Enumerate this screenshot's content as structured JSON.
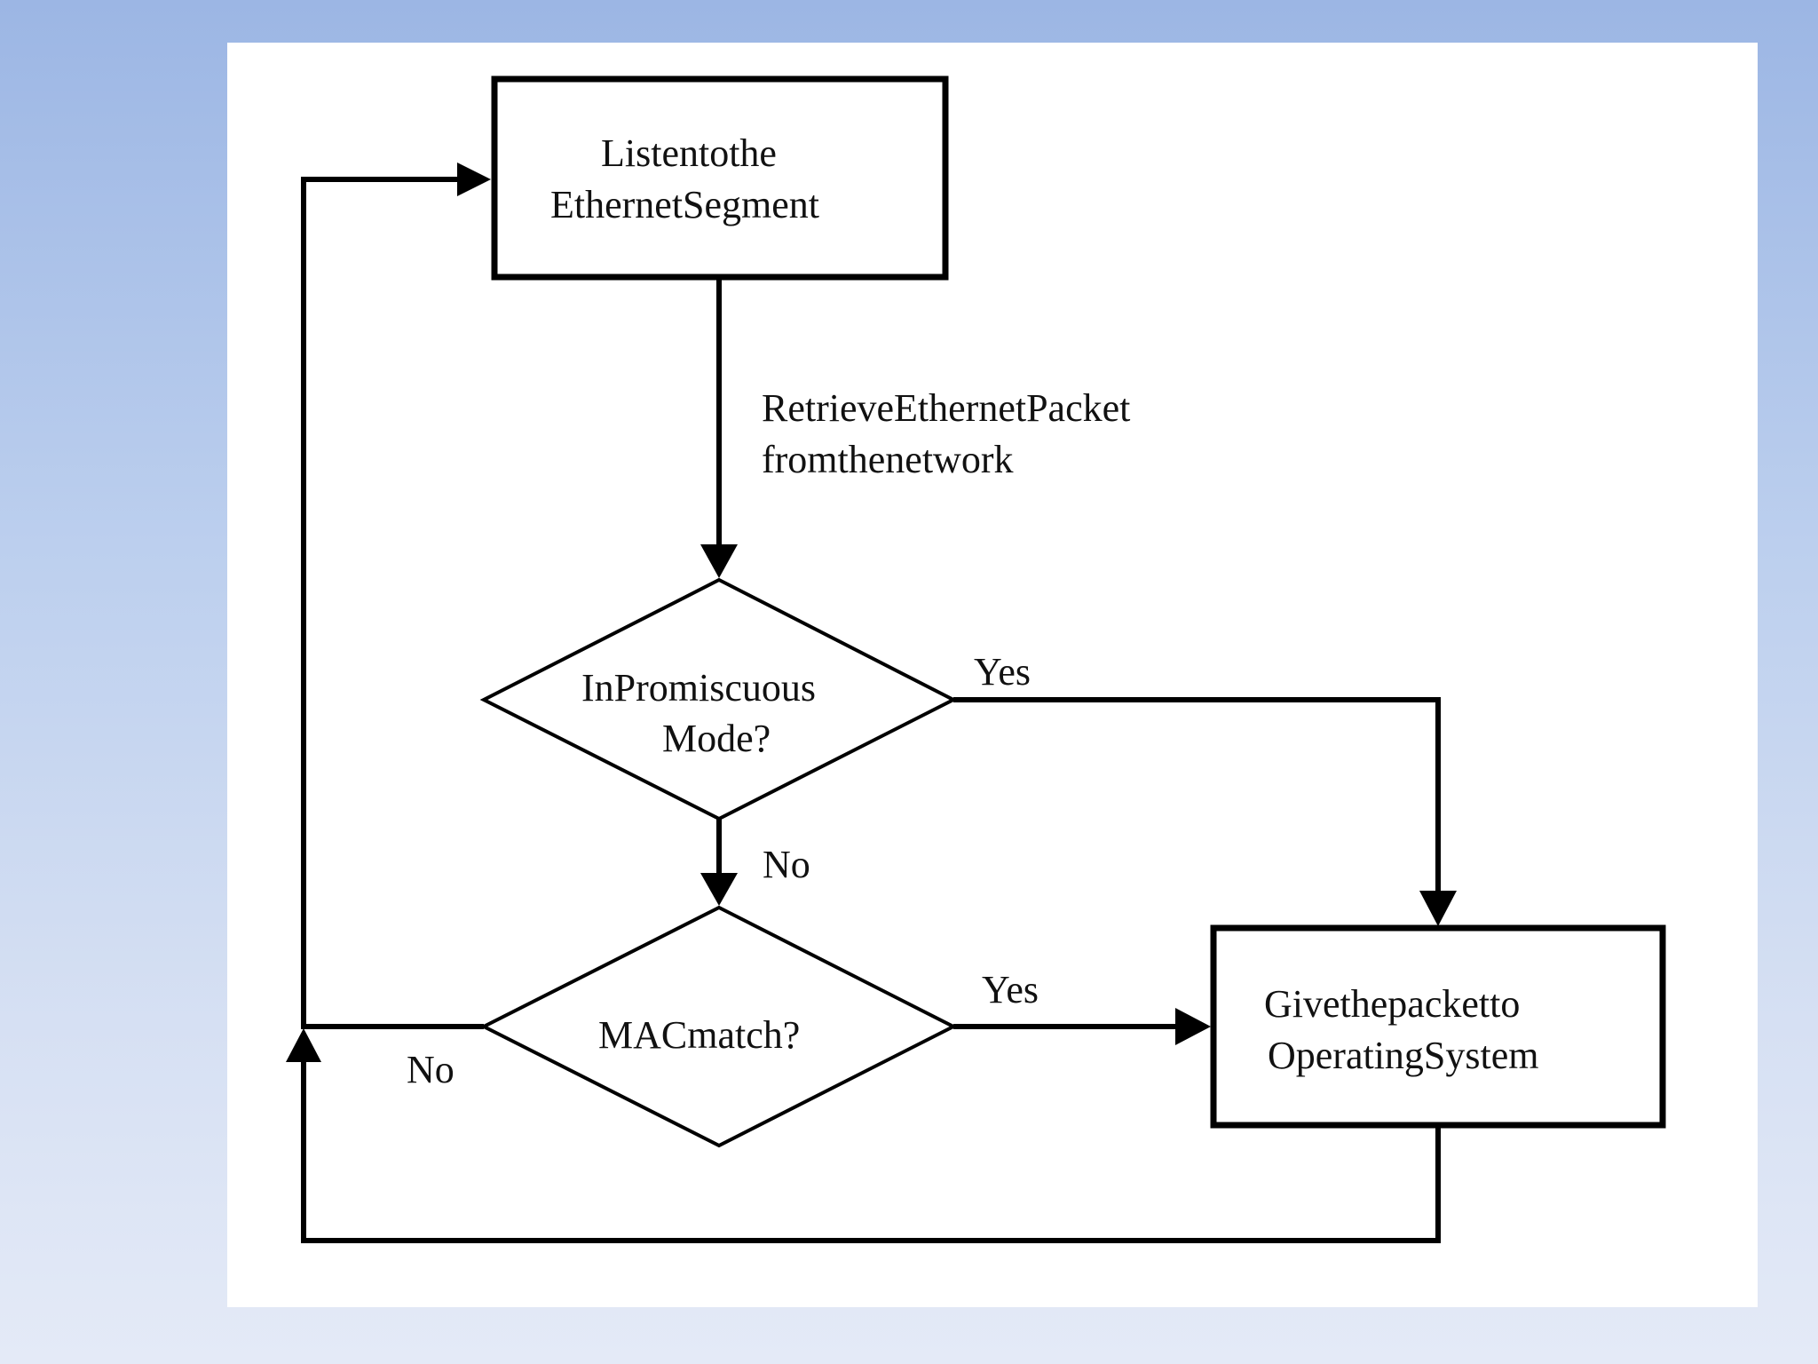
{
  "diagram": {
    "type": "flowchart",
    "nodes": {
      "listen": {
        "shape": "box",
        "lines": [
          "Listentothe",
          "EthernetSegment"
        ]
      },
      "promiscuous": {
        "shape": "diamond",
        "lines": [
          "InPromiscuous",
          "Mode?"
        ]
      },
      "mac": {
        "shape": "diamond",
        "lines": [
          "MACmatch?"
        ]
      },
      "give": {
        "shape": "box",
        "lines": [
          "Givethepacketto",
          "OperatingSystem"
        ]
      }
    },
    "edges": {
      "retrieve": {
        "from": "listen",
        "to": "promiscuous",
        "lines": [
          "RetrieveEthernetPacket",
          "fromthenetwork"
        ]
      },
      "promisc_yes": {
        "from": "promiscuous",
        "to": "give",
        "label": "Yes"
      },
      "promisc_no": {
        "from": "promiscuous",
        "to": "mac",
        "label": "No"
      },
      "mac_yes": {
        "from": "mac",
        "to": "give",
        "label": "Yes"
      },
      "mac_no": {
        "from": "mac",
        "to": "listen",
        "label": "No"
      },
      "give_loop": {
        "from": "give",
        "to": "listen",
        "label": ""
      }
    }
  },
  "colors": {
    "background_top": "#9cb6e4",
    "background_bottom": "#e4eaf7",
    "panel": "#ffffff",
    "stroke": "#000000",
    "text": "#111111"
  }
}
